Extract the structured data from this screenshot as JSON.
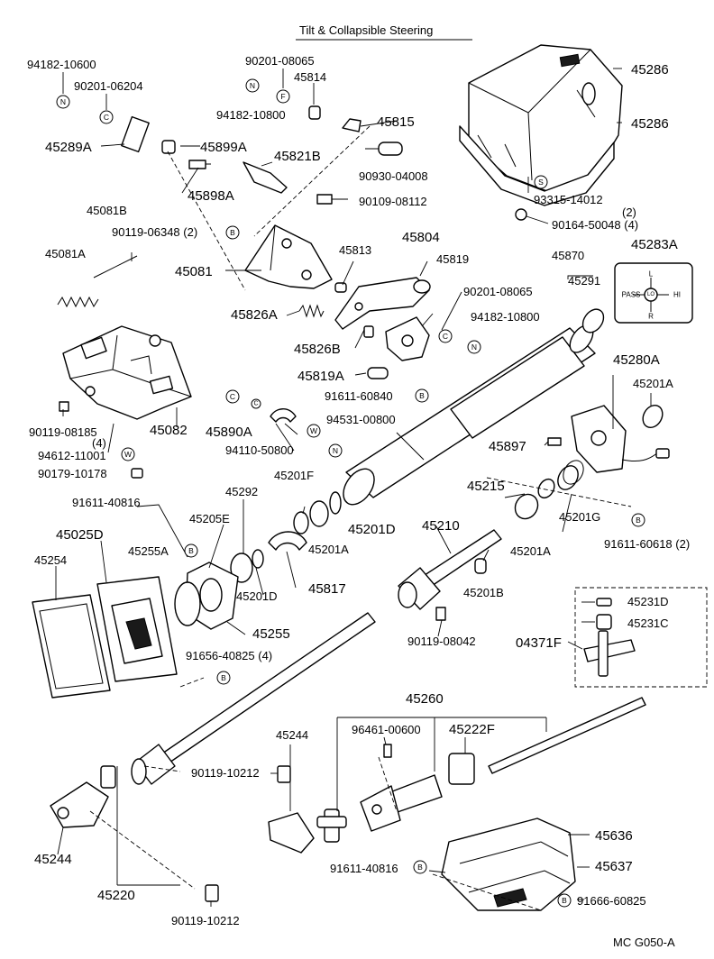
{
  "title": "Tilt & Collapsible Steering",
  "footer": "MC  G050-A",
  "plate": {
    "pass": "PASS",
    "lo": "LO",
    "hi": "HI",
    "l": "L",
    "r": "R"
  },
  "symbols": {
    "n": "N",
    "b": "B",
    "w": "W",
    "s": "S",
    "c": "C",
    "f": "F"
  },
  "labels": {
    "p94182_10600": "94182-10600",
    "p90201_06204": "90201-06204",
    "p45289A": "45289A",
    "p90201_08065a": "90201-08065",
    "p45814": "45814",
    "p94182_10800a": "94182-10800",
    "p45815": "45815",
    "p45899A": "45899A",
    "p45898A": "45898A",
    "p45821B": "45821B",
    "p90930_04008": "90930-04008",
    "p45286a": "45286",
    "p45286b": "45286",
    "p93315_14012": "93315-14012",
    "p93315_qty": "(2)",
    "p90164_50048": "90164-50048 (4)",
    "p45283A": "45283A",
    "p45081B": "45081B",
    "p90119_06348": "90119-06348 (2)",
    "p90109_08112": "90109-08112",
    "p45081A": "45081A",
    "p45081": "45081",
    "p45813": "45813",
    "p45804": "45804",
    "p45819": "45819",
    "p45870": "45870",
    "p45291": "45291",
    "p90201_08065b": "90201-08065",
    "p94182_10800b": "94182-10800",
    "p45826A": "45826A",
    "p45826B": "45826B",
    "p45819A": "45819A",
    "p91611_60840": "91611-60840",
    "p45280A": "45280A",
    "p45201A_a": "45201A",
    "p90119_08185": "90119-08185",
    "p90119_qty": "(4)",
    "p94612_11001": "94612-11001",
    "p45082": "45082",
    "p45890A": "45890A",
    "p94531_00800": "94531-00800",
    "p94110_50800": "94110-50800",
    "p45897": "45897",
    "p90179_10178": "90179-10178",
    "p45201F": "45201F",
    "p91611_40816a": "91611-40816",
    "p45292": "45292",
    "p45205E": "45205E",
    "p45201D_a": "45201D",
    "p45215": "45215",
    "p45201G": "45201G",
    "p45025D": "45025D",
    "p45254": "45254",
    "p45255A": "45255A",
    "p45201A_b": "45201A",
    "p45210": "45210",
    "p45201A_c": "45201A",
    "p91611_60618": "91611-60618 (2)",
    "p45201D_b": "45201D",
    "p45817": "45817",
    "p45201B": "45201B",
    "p45231D": "45231D",
    "p45231C": "45231C",
    "p45255": "45255",
    "p91656_40825": "91656-40825 (4)",
    "p90119_08042": "90119-08042",
    "p04371F": "04371F",
    "p45260": "45260",
    "p45244a": "45244",
    "p96461_00600": "96461-00600",
    "p45222F": "45222F",
    "p90119_10212a": "90119-10212",
    "p45636": "45636",
    "p45637": "45637",
    "p45244b": "45244",
    "p91611_40816b": "91611-40816",
    "p91666_60825": "91666-60825",
    "p45220": "45220",
    "p90119_10212b": "90119-10212"
  }
}
